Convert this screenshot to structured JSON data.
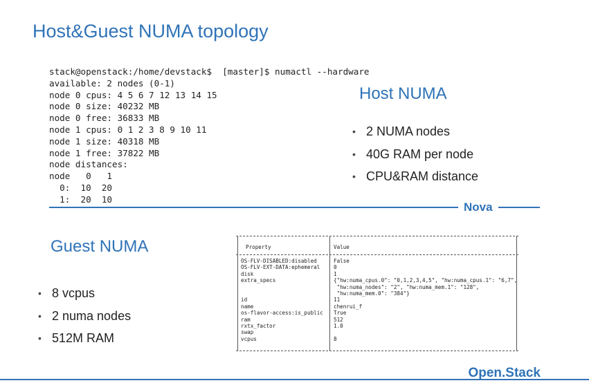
{
  "slide": {
    "title": "Host&Guest NUMA topology",
    "terminal_lines": [
      "stack@openstack:/home/devstack$  [master]$ numactl --hardware",
      "available: 2 nodes (0-1)",
      "node 0 cpus: 4 5 6 7 12 13 14 15",
      "node 0 size: 40232 MB",
      "node 0 free: 36833 MB",
      "node 1 cpus: 0 1 2 3 8 9 10 11",
      "node 1 size: 40318 MB",
      "node 1 free: 37822 MB",
      "node distances:",
      "node   0   1",
      "  0:  10  20",
      "  1:  20  10"
    ],
    "host_numa": {
      "title": "Host NUMA",
      "bullets": [
        "2 NUMA nodes",
        "40G RAM per node",
        "CPU&RAM distance"
      ]
    },
    "nova_label": "Nova",
    "guest_numa": {
      "title": "Guest NUMA",
      "bullets": [
        "8 vcpus",
        "2 numa nodes",
        "512M RAM"
      ]
    },
    "flavor_table": {
      "header_property": "Property",
      "header_value": "Value",
      "properties": [
        "OS-FLV-DISABLED:disabled",
        "OS-FLV-EXT-DATA:ephemeral",
        "disk",
        "extra_specs",
        "",
        "",
        "id",
        "name",
        "os-flavor-access:is_public",
        "ram",
        "rxtx_factor",
        "swap",
        "vcpus"
      ],
      "values": [
        "False",
        "0",
        "1",
        "{\"hw:numa_cpus.0\": \"0,1,2,3,4,5\", \"hw:numa_cpus.1\": \"6,7\",",
        " \"hw:numa_nodes\": \"2\", \"hw:numa_mem.1\": \"128\",",
        " \"hw:numa_mem.0\": \"384\"}",
        "11",
        "chenrui_f",
        "True",
        "512",
        "1.0",
        "",
        "8"
      ]
    },
    "brand": "Open.Stack",
    "colors": {
      "accent": "#2f73b8",
      "text": "#222222"
    }
  }
}
